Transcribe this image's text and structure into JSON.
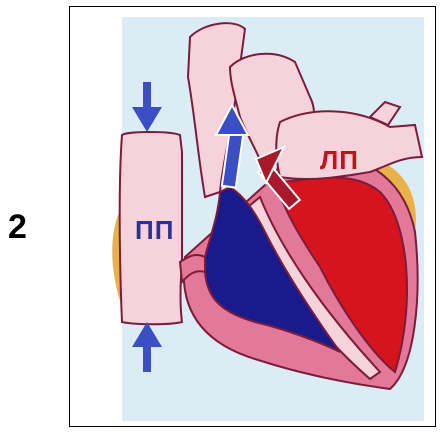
{
  "figure": {
    "step_number": "2",
    "labels": {
      "right_atrium": "ПП",
      "left_atrium": "ЛП"
    },
    "colors": {
      "background": "#dcecf5",
      "tissue_pink": "#f6d3dc",
      "muscle_pink": "#e4789a",
      "arterial_red": "#d6141e",
      "venous_blue": "#1a1a8c",
      "fat_yellow": "#e8b24a",
      "outline": "#7a1c3a",
      "arrow_blue": "#3b4fc4",
      "arrow_red": "#a8192e"
    }
  }
}
